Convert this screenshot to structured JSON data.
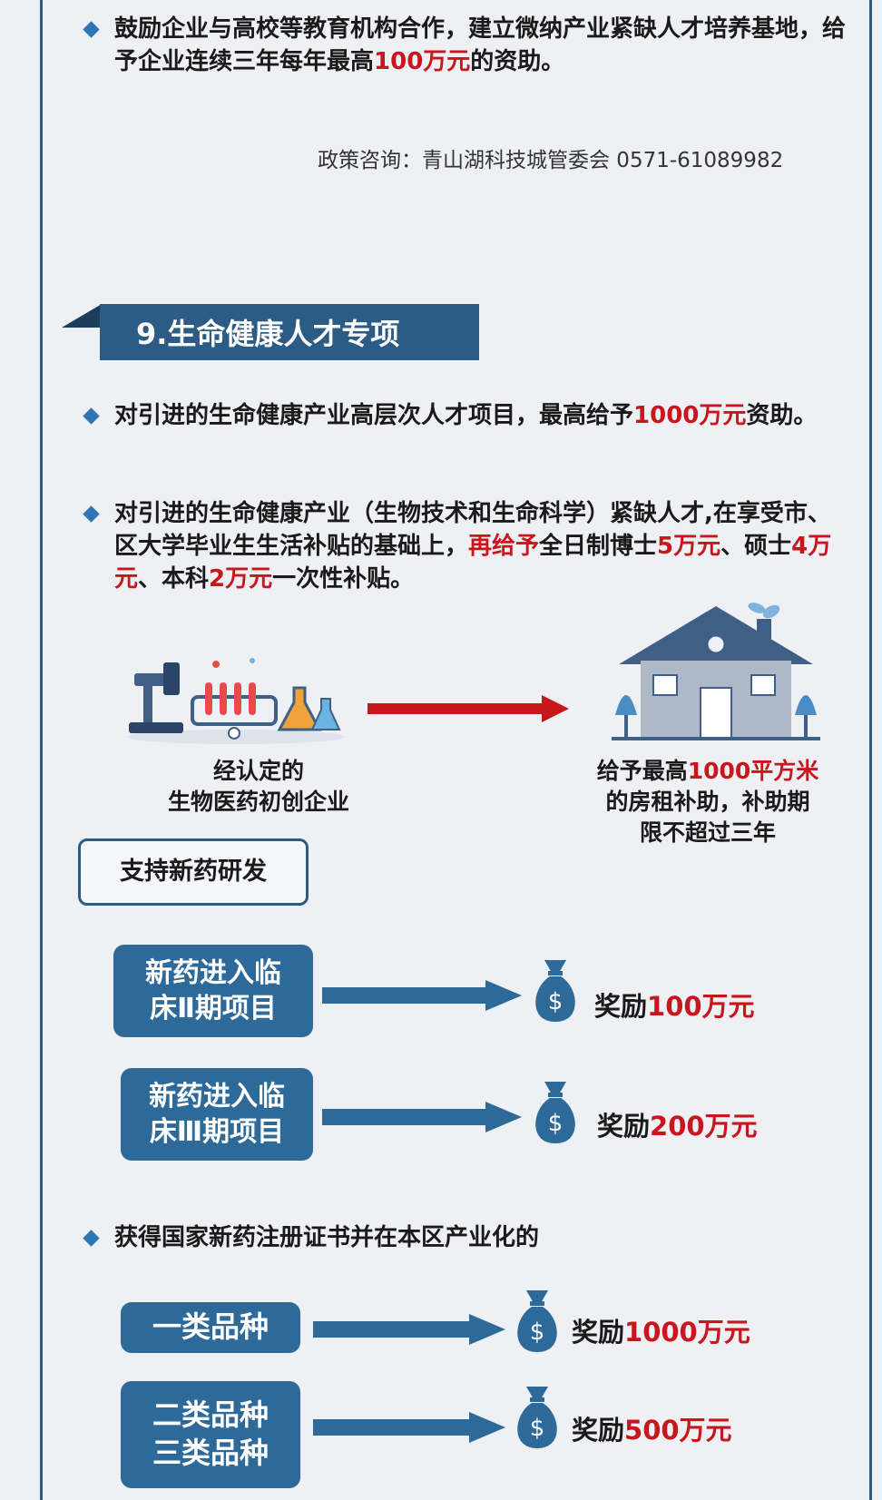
{
  "bullet1": {
    "prefix": "鼓励企业与高校等教育机构合作，建立微纳产业紧缺人才培养基地，给予企业连续三年每年最高",
    "highlight": "100万元",
    "suffix": "的资助。"
  },
  "contact": "政策咨询：青山湖科技城管委会 0571-61089982",
  "section_title": "9.生命健康人才专项",
  "bullet2": {
    "prefix": "对引进的生命健康产业高层次人才项目，最高给予",
    "highlight": "1000万元",
    "suffix": "资助。"
  },
  "bullet3": {
    "part1": "对引进的生命健康产业（生物技术和生命科学）紧缺人才,在享受市、区大学毕业生生活补贴的基础上，",
    "red1": "再给予",
    "part2": "全日制博士",
    "red2": "5万元",
    "part3": "、硕士",
    "red3": "4万元",
    "part4": "、本科",
    "red4": "2万元",
    "part5": "一次性补贴。"
  },
  "left_caption": {
    "line1": "经认定的",
    "line2": "生物医药初创企业"
  },
  "right_caption": {
    "pre": "给予最高",
    "red": "1000平方米",
    "line2": "的房租补助，补助期",
    "line3": "限不超过三年"
  },
  "support_label": "支持新药研发",
  "rows": [
    {
      "line1": "新药进入临",
      "line2": "床Ⅱ期项目",
      "reward_label": "奖励",
      "amount": "100万元"
    },
    {
      "line1": "新药进入临",
      "line2": "床Ⅲ期项目",
      "reward_label": "奖励",
      "amount": "200万元"
    }
  ],
  "bullet4": "获得国家新药注册证书并在本区产业化的",
  "categories": [
    {
      "line1": "一类品种",
      "line2": "",
      "reward_label": "奖励",
      "amount": "1000万元"
    },
    {
      "line1": "二类品种",
      "line2": "三类品种",
      "reward_label": "奖励",
      "amount": "500万元"
    }
  ],
  "icons": [
    "diamond-bullet-icon",
    "lab-equipment-icon",
    "right-arrow-icon",
    "house-icon",
    "money-bag-icon"
  ],
  "colors": {
    "accent": "#2c5b86",
    "highlight": "#c8161d",
    "pill": "#2e6a99"
  }
}
